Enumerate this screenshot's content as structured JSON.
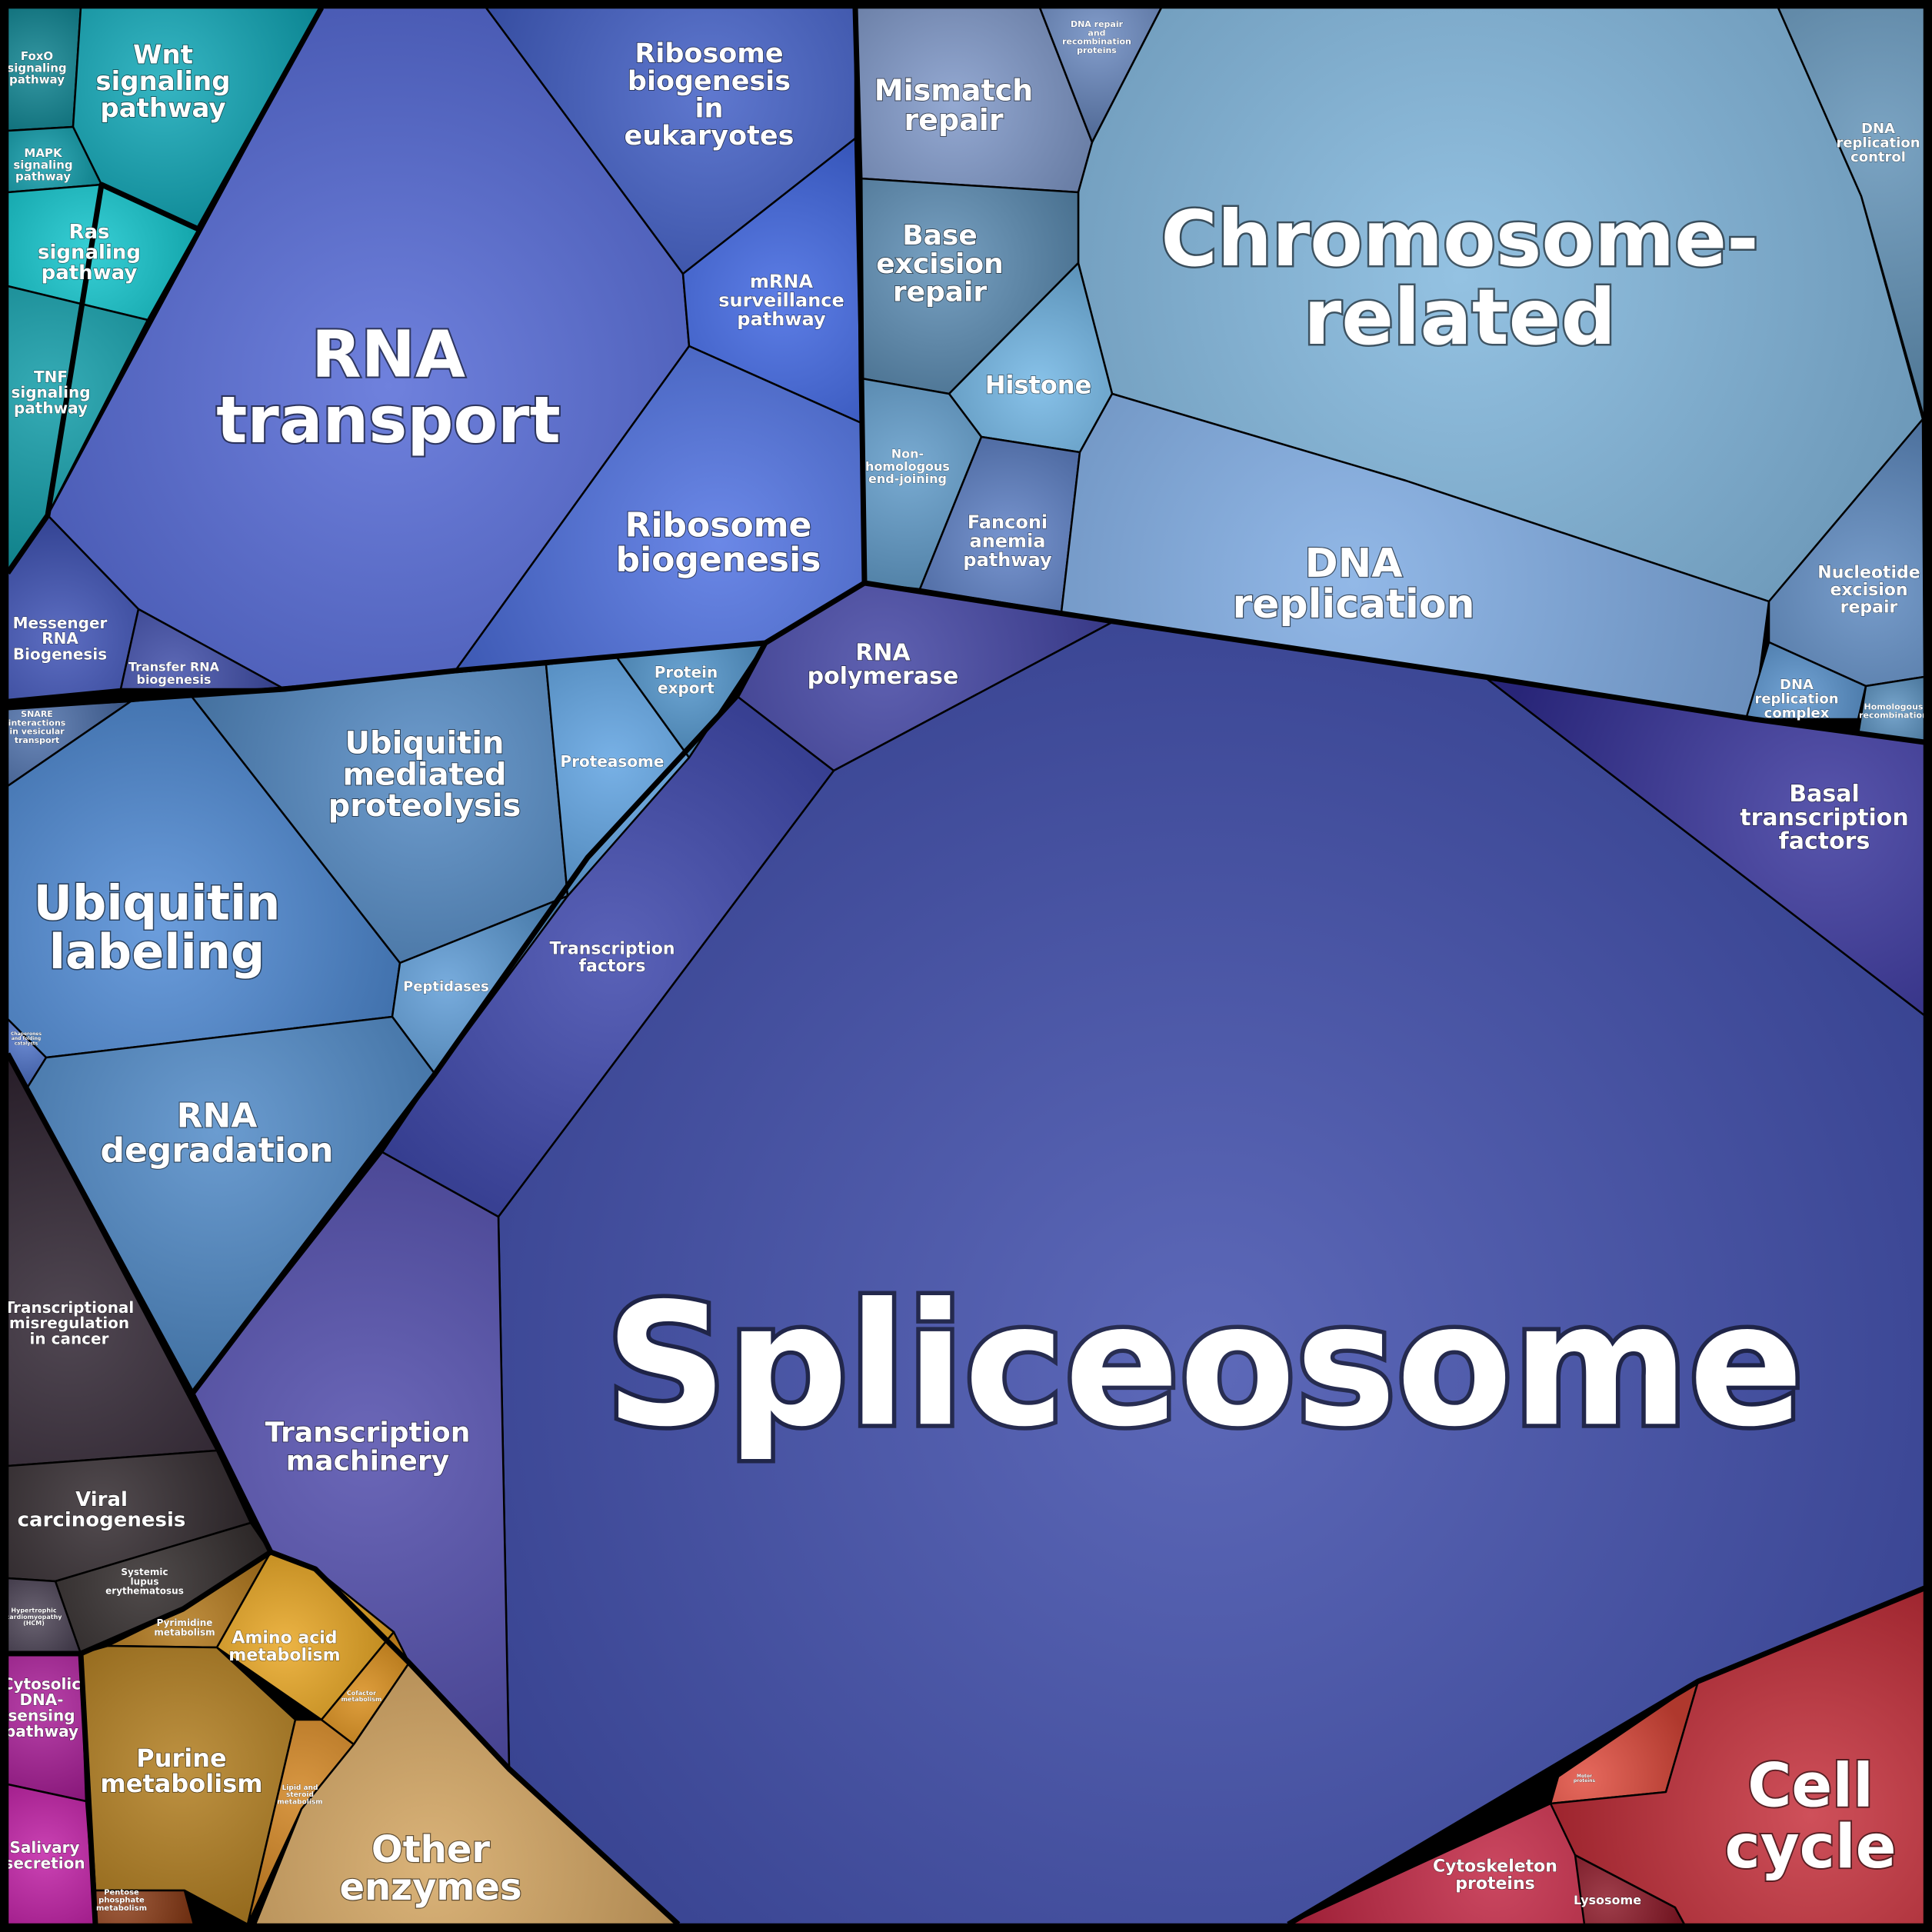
{
  "title": "",
  "groups": [
    {
      "id": "signaling",
      "color": "#0a9aa8"
    },
    {
      "id": "rna",
      "color": "#4a64d4"
    },
    {
      "id": "ubiquitin",
      "color": "#4a8ad0"
    },
    {
      "id": "chromosome",
      "color": "#78aed8"
    },
    {
      "id": "spliceosome",
      "color": "#3a46a8"
    },
    {
      "id": "cancer",
      "color": "#2e2430"
    },
    {
      "id": "enzymes",
      "color": "#c8861a"
    },
    {
      "id": "cellcycle",
      "color": "#c42438"
    },
    {
      "id": "magenta",
      "color": "#b8149c"
    }
  ],
  "cells": [
    {
      "name": "foxo",
      "group": "signaling",
      "lines": [
        "FoxO",
        "signaling",
        "pathway"
      ],
      "color": "#07808e"
    },
    {
      "name": "wnt",
      "group": "signaling",
      "lines": [
        "Wnt",
        "signaling",
        "pathway"
      ],
      "color": "#0aa6b6"
    },
    {
      "name": "mapk",
      "group": "signaling",
      "lines": [
        "MAPK",
        "signaling",
        "pathway"
      ],
      "color": "#0a9aa8"
    },
    {
      "name": "ras",
      "group": "signaling",
      "lines": [
        "Ras",
        "signaling",
        "pathway"
      ],
      "color": "#0cc4cc"
    },
    {
      "name": "tnf",
      "group": "signaling",
      "lines": [
        "TNF",
        "signaling",
        "pathway"
      ],
      "color": "#0a9aa6"
    },
    {
      "name": "rna-transport",
      "group": "rna",
      "lines": [
        "RNA",
        "transport"
      ],
      "color": "#4f65d6"
    },
    {
      "name": "ribosome-biogenesis-eukaryotes",
      "group": "rna",
      "lines": [
        "Ribosome",
        "biogenesis",
        "in",
        "eukaryotes"
      ],
      "color": "#3c5ac4"
    },
    {
      "name": "mrna-surveillance",
      "group": "rna",
      "lines": [
        "mRNA",
        "surveillance",
        "pathway"
      ],
      "color": "#3a62e0"
    },
    {
      "name": "ribosome-biogenesis",
      "group": "rna",
      "lines": [
        "Ribosome",
        "biogenesis"
      ],
      "color": "#4a6ee2"
    },
    {
      "name": "messenger-rna-biogenesis",
      "group": "rna",
      "lines": [
        "Messenger",
        "RNA",
        "Biogenesis"
      ],
      "color": "#3a4eb4"
    },
    {
      "name": "transfer-rna-biogenesis",
      "group": "rna",
      "lines": [
        "Transfer RNA",
        "biogenesis"
      ],
      "color": "#3a48a6"
    },
    {
      "name": "mismatch-repair",
      "group": "chromosome",
      "lines": [
        "Mismatch",
        "repair"
      ],
      "color": "#7c96c8"
    },
    {
      "name": "dna-repair-recombination",
      "group": "chromosome",
      "lines": [
        "DNA repair",
        "and",
        "recombination",
        "proteins"
      ],
      "color": "#6888c0"
    },
    {
      "name": "chromosome-related",
      "group": "chromosome",
      "lines": [
        "Chromosome-",
        "related"
      ],
      "color": "#7cb4dc"
    },
    {
      "name": "dna-replication-control",
      "group": "chromosome",
      "lines": [
        "DNA",
        "replication",
        "control"
      ],
      "color": "#5e90b6"
    },
    {
      "name": "base-excision-repair",
      "group": "chromosome",
      "lines": [
        "Base",
        "excision",
        "repair"
      ],
      "color": "#5a8cb4"
    },
    {
      "name": "histone",
      "group": "chromosome",
      "lines": [
        "Histone"
      ],
      "color": "#6eb4e4"
    },
    {
      "name": "non-homologous-end-joining",
      "group": "chromosome",
      "lines": [
        "Non-",
        "homologous",
        "end-joining"
      ],
      "color": "#5c98c8"
    },
    {
      "name": "fanconi-anemia",
      "group": "chromosome",
      "lines": [
        "Fanconi",
        "anemia",
        "pathway"
      ],
      "color": "#5a7ec4"
    },
    {
      "name": "dna-replication",
      "group": "chromosome",
      "lines": [
        "DNA",
        "replication"
      ],
      "color": "#7aa8e2"
    },
    {
      "name": "nucleotide-excision-repair",
      "group": "chromosome",
      "lines": [
        "Nucleotide",
        "excision",
        "repair"
      ],
      "color": "#5a88c0"
    },
    {
      "name": "dna-replication-complex",
      "group": "chromosome",
      "lines": [
        "DNA",
        "replication",
        "complex"
      ],
      "color": "#5490cc"
    },
    {
      "name": "homologous-recombination",
      "group": "chromosome",
      "lines": [
        "Homologous",
        "recombination"
      ],
      "color": "#5a92c2"
    },
    {
      "name": "rna-polymerase",
      "group": "spliceosome",
      "lines": [
        "RNA",
        "polymerase"
      ],
      "color": "#3c3ea0"
    },
    {
      "name": "spliceosome",
      "group": "spliceosome",
      "lines": [
        "Spliceosome"
      ],
      "color": "#3a48aa"
    },
    {
      "name": "basal-transcription-factors",
      "group": "spliceosome",
      "lines": [
        "Basal",
        "transcription",
        "factors"
      ],
      "color": "#33309a"
    },
    {
      "name": "transcription-factors",
      "group": "spliceosome",
      "lines": [
        "Transcription",
        "factors"
      ],
      "color": "#3640a8"
    },
    {
      "name": "transcription-machinery",
      "group": "spliceosome",
      "lines": [
        "Transcription",
        "machinery"
      ],
      "color": "#4a46a8"
    },
    {
      "name": "snare-interactions",
      "group": "ubiquitin",
      "lines": [
        "SNARE",
        "interactions",
        "in vesicular",
        "transport"
      ],
      "color": "#4a6eaa"
    },
    {
      "name": "ubiquitin-labeling",
      "group": "ubiquitin",
      "lines": [
        "Ubiquitin",
        "labeling"
      ],
      "color": "#4a88d4"
    },
    {
      "name": "ubiquitin-mediated-proteolysis",
      "group": "ubiquitin",
      "lines": [
        "Ubiquitin",
        "mediated",
        "proteolysis"
      ],
      "color": "#4e86c2"
    },
    {
      "name": "proteasome",
      "group": "ubiquitin",
      "lines": [
        "Proteasome"
      ],
      "color": "#5aa0e0"
    },
    {
      "name": "protein-export",
      "group": "ubiquitin",
      "lines": [
        "Protein",
        "export"
      ],
      "color": "#4a90c8"
    },
    {
      "name": "peptidases",
      "group": "ubiquitin",
      "lines": [
        "Peptidases"
      ],
      "color": "#5a9ad6"
    },
    {
      "name": "chaperones",
      "group": "ubiquitin",
      "lines": [
        "Chaperones",
        "and folding",
        "catalysts"
      ],
      "color": "#4a70c8"
    },
    {
      "name": "rna-degradation",
      "group": "ubiquitin",
      "lines": [
        "RNA",
        "degradation"
      ],
      "color": "#4a86c6"
    },
    {
      "name": "transcriptional-misregulation",
      "group": "cancer",
      "lines": [
        "Transcriptional",
        "misregulation",
        "in cancer"
      ],
      "color": "#2a1e2c"
    },
    {
      "name": "viral-carcinogenesis",
      "group": "cancer",
      "lines": [
        "Viral",
        "carcinogenesis"
      ],
      "color": "#2c2428"
    },
    {
      "name": "systemic-lupus",
      "group": "cancer",
      "lines": [
        "Systemic",
        "lupus",
        "erythematosus"
      ],
      "color": "#2a2424"
    },
    {
      "name": "hypertrophic-cardiomyopathy",
      "group": "cancer",
      "lines": [
        "Hypertrophic",
        "cardiomyopathy",
        "(HCM)"
      ],
      "color": "#4a4254"
    },
    {
      "name": "pyrimidine-metabolism",
      "group": "enzymes",
      "lines": [
        "Pyrimidine",
        "metabolism"
      ],
      "color": "#b07414"
    },
    {
      "name": "amino-acid-metabolism",
      "group": "enzymes",
      "lines": [
        "Amino acid",
        "metabolism"
      ],
      "color": "#e8a41c"
    },
    {
      "name": "purine-metabolism",
      "group": "enzymes",
      "lines": [
        "Purine",
        "metabolism"
      ],
      "color": "#b07a18"
    },
    {
      "name": "lipid-steroid-metabolism",
      "group": "enzymes",
      "lines": [
        "Lipid and",
        "steroid",
        "metabolism"
      ],
      "color": "#d0801a"
    },
    {
      "name": "cofactor-metabolism",
      "group": "enzymes",
      "lines": [
        "Cofactor",
        "metabolism"
      ],
      "color": "#d88a14"
    },
    {
      "name": "pentose-phosphate",
      "group": "enzymes",
      "lines": [
        "Pentose",
        "phosphate",
        "metabolism"
      ],
      "color": "#8a3a14"
    },
    {
      "name": "other-enzymes",
      "group": "enzymes",
      "lines": [
        "Other",
        "enzymes"
      ],
      "color": "#d2a25c"
    },
    {
      "name": "cytosolic-dna-sensing",
      "group": "magenta",
      "lines": [
        "Cytosolic",
        "DNA-",
        "sensing",
        "pathway"
      ],
      "color": "#a81896"
    },
    {
      "name": "salivary-secretion",
      "group": "magenta",
      "lines": [
        "Salivary",
        "secretion"
      ],
      "color": "#c01aa4"
    },
    {
      "name": "motor-proteins",
      "group": "cellcycle",
      "lines": [
        "Motor",
        "proteins"
      ],
      "color": "#e0483a"
    },
    {
      "name": "cytoskeleton-proteins",
      "group": "cellcycle",
      "lines": [
        "Cytoskeleton",
        "proteins"
      ],
      "color": "#c0203e"
    },
    {
      "name": "lysosome",
      "group": "cellcycle",
      "lines": [
        "Lysosome"
      ],
      "color": "#8a1424"
    },
    {
      "name": "cell-cycle",
      "group": "cellcycle",
      "lines": [
        "Cell",
        "cycle"
      ],
      "color": "#c42a36"
    }
  ]
}
